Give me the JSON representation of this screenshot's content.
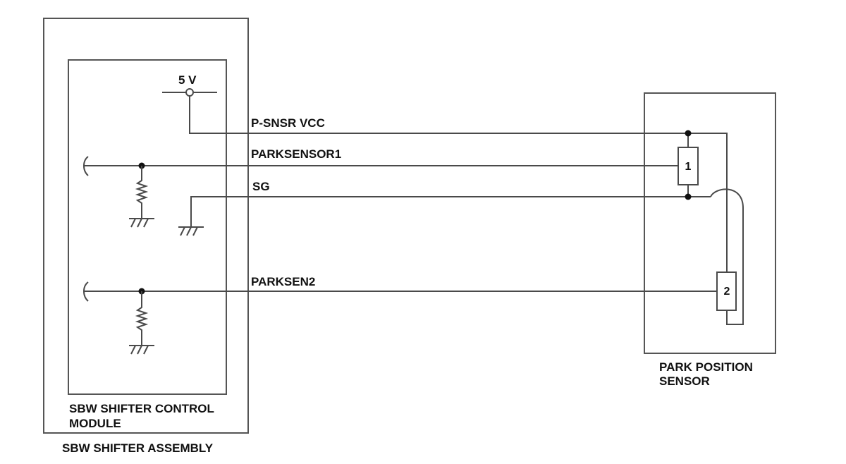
{
  "voltage_label": "5 V",
  "wires": {
    "vcc": "P-SNSR VCC",
    "park1": "PARKSENSOR1",
    "sg": "SG",
    "park2": "PARKSEN2"
  },
  "assembly": {
    "name": "SBW SHIFTER ASSEMBLY",
    "module_line1": "SBW SHIFTER CONTROL",
    "module_line2": "MODULE"
  },
  "sensor": {
    "line1": "PARK POSITION",
    "line2": "SENSOR",
    "element1": "1",
    "element2": "2"
  }
}
